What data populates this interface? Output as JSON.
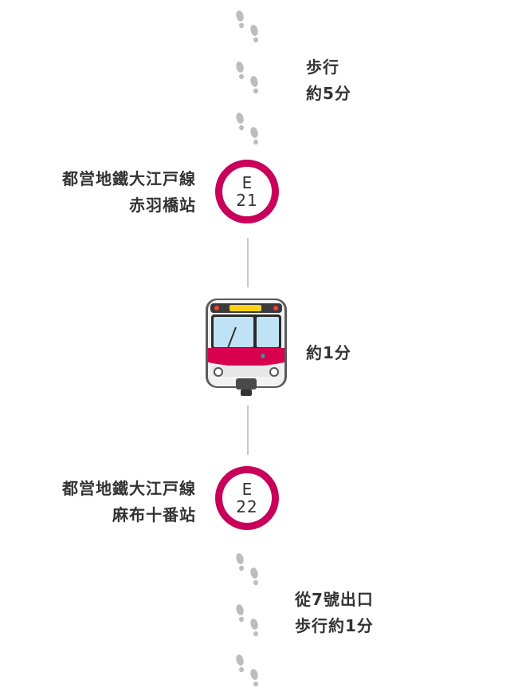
{
  "walk_top": {
    "line1": "歩行",
    "line2": "約5分"
  },
  "station_top": {
    "line_name": "都営地鐵大江戸線",
    "station_name": "赤羽橋站",
    "code": "E",
    "number": "21"
  },
  "ride": {
    "duration": "約1分"
  },
  "station_bottom": {
    "line_name": "都営地鐵大江戸線",
    "station_name": "麻布十番站",
    "code": "E",
    "number": "22"
  },
  "walk_bottom": {
    "line1": "從7號出口",
    "line2": "歩行約1分"
  },
  "colors": {
    "line_accent": "#c8005a",
    "footprint": "#bdbdbd",
    "connector": "#c8c8c8"
  },
  "icons": {
    "footsteps": "footsteps-icon",
    "train": "train-icon"
  }
}
